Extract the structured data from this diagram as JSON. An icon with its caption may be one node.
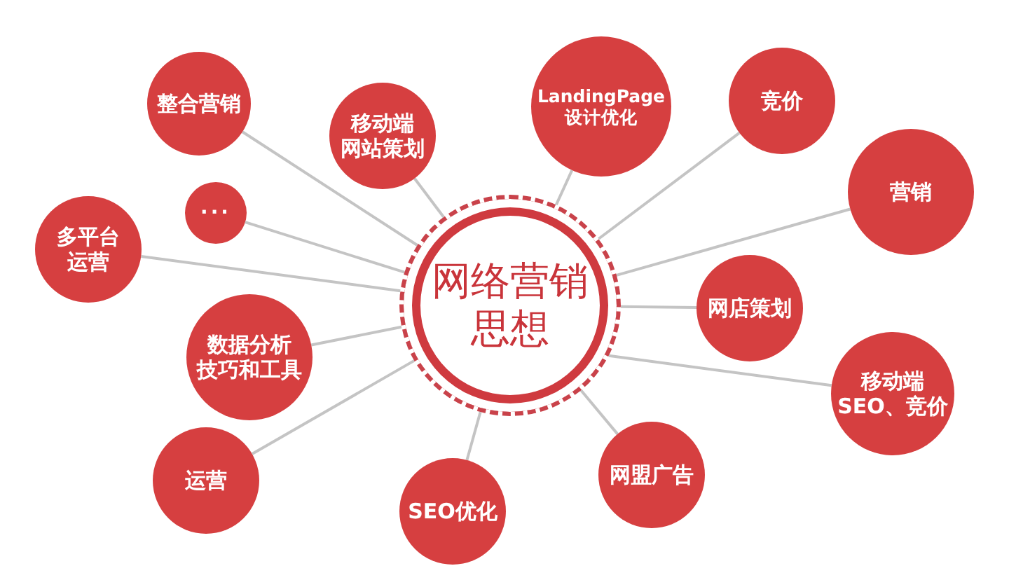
{
  "diagram": {
    "nodes": [
      {
        "text": [
          "网络营销思想"
        ]
      },
      {
        "text": [
          "整合营销"
        ]
      },
      {
        "text": [
          "移动端网站策划"
        ]
      },
      {
        "text": [
          "LandingPage设计优化"
        ]
      },
      {
        "text": [
          "竞价"
        ]
      },
      {
        "text": [
          "营销"
        ]
      },
      {
        "text": [
          "···"
        ]
      },
      {
        "text": [
          "多平台运营"
        ]
      },
      {
        "text": [
          "网店策划"
        ]
      },
      {
        "text": [
          "数据分析技巧和工具"
        ]
      },
      {
        "text": [
          "移动端SEO、竞价"
        ]
      },
      {
        "text": [
          "运营"
        ]
      },
      {
        "text": [
          "SEO优化"
        ]
      },
      {
        "text": [
          "网盟广告"
        ]
      }
    ],
    "edges": [
      {
        "from": 0,
        "to": 1,
        "arrow": "none"
      },
      {
        "from": 0,
        "to": 2,
        "arrow": "none"
      },
      {
        "from": 0,
        "to": 3,
        "arrow": "none"
      },
      {
        "from": 0,
        "to": 4,
        "arrow": "none"
      },
      {
        "from": 0,
        "to": 5,
        "arrow": "none"
      },
      {
        "from": 0,
        "to": 6,
        "arrow": "none"
      },
      {
        "from": 0,
        "to": 7,
        "arrow": "none"
      },
      {
        "from": 0,
        "to": 8,
        "arrow": "none"
      },
      {
        "from": 0,
        "to": 9,
        "arrow": "none"
      },
      {
        "from": 0,
        "to": 10,
        "arrow": "none"
      },
      {
        "from": 0,
        "to": 11,
        "arrow": "none"
      },
      {
        "from": 0,
        "to": 12,
        "arrow": "none"
      },
      {
        "from": 0,
        "to": 13,
        "arrow": "none"
      }
    ]
  }
}
